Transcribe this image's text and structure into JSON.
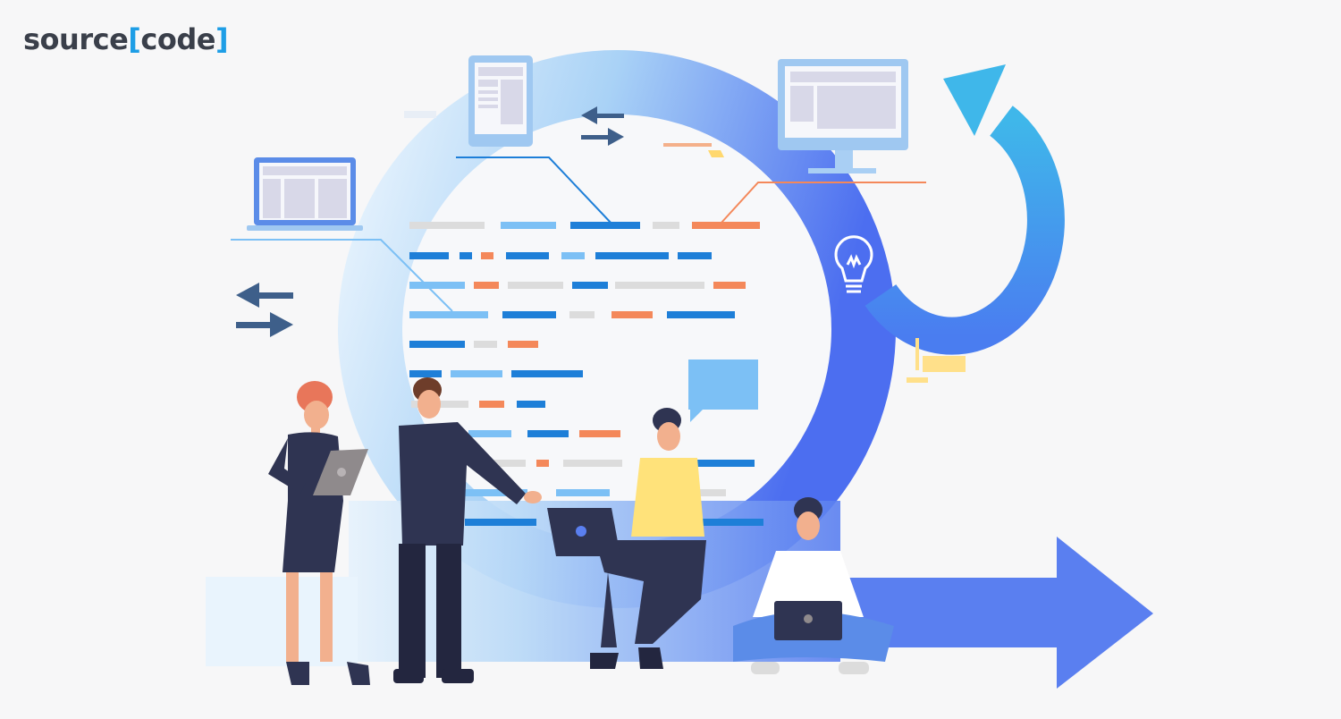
{
  "brand": {
    "word": "source",
    "bracket_open": "[",
    "highlight": "code",
    "bracket_close": "]",
    "colors": {
      "text": "#3a3f4a",
      "bracket": "#1e9ee6"
    }
  },
  "illustration": {
    "theme": "agile development cycle",
    "colors": {
      "cycle_light": "#cfe6fb",
      "cycle_dark": "#5a7ff0",
      "code_dark_blue": "#1e7fd8",
      "code_light_blue": "#7cc0f5",
      "code_orange": "#f4885a",
      "code_gray": "#dcdcdc",
      "yellow": "#ffd86e"
    }
  }
}
